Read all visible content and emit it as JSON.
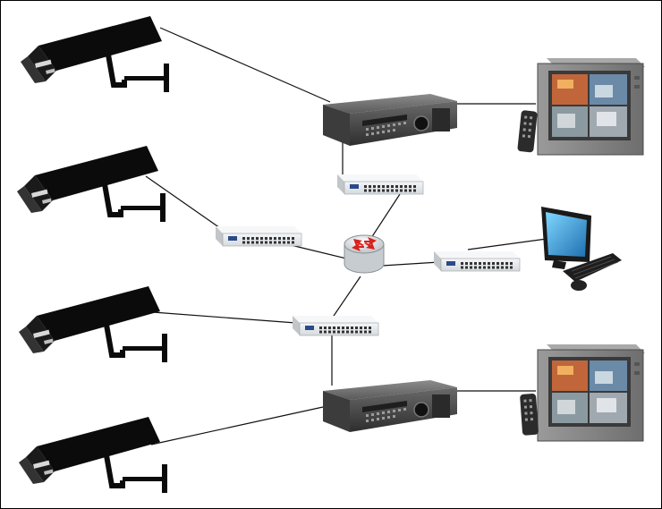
{
  "diagram": {
    "nodes": [
      {
        "id": "camera-1",
        "kind": "security-camera"
      },
      {
        "id": "camera-2",
        "kind": "security-camera"
      },
      {
        "id": "camera-3",
        "kind": "security-camera"
      },
      {
        "id": "camera-4",
        "kind": "security-camera"
      },
      {
        "id": "dvr-1",
        "kind": "digital-video-recorder"
      },
      {
        "id": "dvr-2",
        "kind": "digital-video-recorder"
      },
      {
        "id": "monitor-1",
        "kind": "crt-monitor-with-remote"
      },
      {
        "id": "monitor-2",
        "kind": "crt-monitor-with-remote"
      },
      {
        "id": "switch-top",
        "kind": "network-switch"
      },
      {
        "id": "switch-left",
        "kind": "network-switch"
      },
      {
        "id": "switch-bottom",
        "kind": "network-switch"
      },
      {
        "id": "switch-right",
        "kind": "network-switch"
      },
      {
        "id": "router",
        "kind": "router"
      },
      {
        "id": "workstation",
        "kind": "computer-with-keyboard-and-mouse"
      }
    ],
    "links": [
      [
        "camera-1",
        "dvr-1"
      ],
      [
        "dvr-1",
        "monitor-1"
      ],
      [
        "dvr-1",
        "switch-top"
      ],
      [
        "switch-top",
        "router"
      ],
      [
        "camera-2",
        "switch-left"
      ],
      [
        "switch-left",
        "router"
      ],
      [
        "router",
        "switch-right"
      ],
      [
        "switch-right",
        "workstation"
      ],
      [
        "router",
        "switch-bottom"
      ],
      [
        "camera-3",
        "switch-bottom"
      ],
      [
        "switch-bottom",
        "dvr-2"
      ],
      [
        "camera-4",
        "dvr-2"
      ],
      [
        "dvr-2",
        "monitor-2"
      ]
    ],
    "colors": {
      "camera": "#0b0b0b",
      "dvr_body": "#4a4a4a",
      "switch_body": "#e4e7ea",
      "router_body": "#dfe3e6",
      "router_arrows": "#d9201c",
      "monitor_body": "#8a8a8a",
      "link": "#111111"
    }
  }
}
